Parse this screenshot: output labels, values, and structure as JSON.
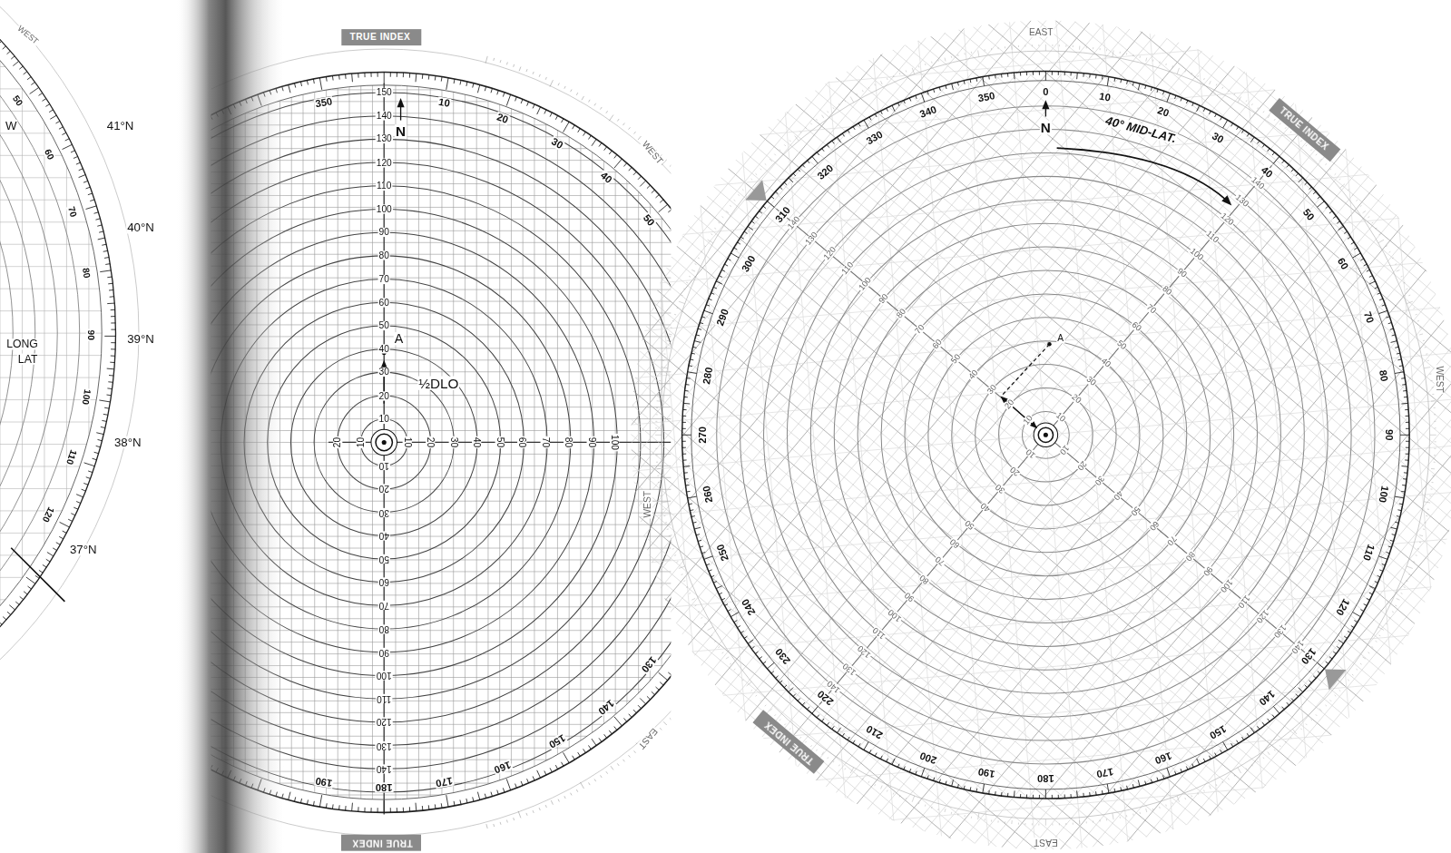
{
  "diagram": {
    "nodes": [
      {
        "text": [
          "TRUE INDEX"
        ]
      },
      {
        "text": [
          "TRUE INDEX"
        ]
      },
      {
        "text": [
          "TRUE INDEX"
        ]
      },
      {
        "text": [
          "TRUE INDEX"
        ]
      }
    ],
    "labels": [
      "WEST",
      "W",
      "41°N",
      "40°N",
      "39°N",
      "38°N",
      "37°N",
      "LONG",
      "LAT",
      "50",
      "60",
      "70",
      "80",
      "90",
      "100",
      "110",
      "120",
      "N",
      "A",
      "½DLO",
      "WEST",
      "EAST",
      "350",
      "10",
      "20",
      "30",
      "40",
      "50",
      "130",
      "140",
      "150",
      "160",
      "170",
      "180",
      "190",
      "10",
      "20",
      "30",
      "40",
      "50",
      "60",
      "70",
      "80",
      "90",
      "100",
      "110",
      "120",
      "130",
      "140",
      "150",
      "10",
      "20",
      "30",
      "40",
      "50",
      "60",
      "70",
      "80",
      "90",
      "100",
      "110",
      "120",
      "130",
      "140",
      "10",
      "20",
      "30",
      "40",
      "50",
      "60",
      "70",
      "80",
      "90",
      "100",
      "10",
      "20",
      "N",
      "A",
      "40° MID-LAT.",
      "EAST",
      "WEST",
      "WEST",
      "EAST",
      "0",
      "10",
      "20",
      "30",
      "40",
      "50",
      "60",
      "70",
      "80",
      "90",
      "100",
      "110",
      "120",
      "130",
      "140",
      "150",
      "160",
      "170",
      "180",
      "190",
      "200",
      "210",
      "220",
      "230",
      "240",
      "250",
      "260",
      "270",
      "280",
      "290",
      "300",
      "310",
      "320",
      "330",
      "340",
      "350",
      "10",
      "20",
      "30",
      "40",
      "50",
      "60",
      "70",
      "80",
      "90",
      "100",
      "110",
      "120",
      "130",
      "140",
      "10",
      "20",
      "30",
      "40",
      "50",
      "60",
      "70",
      "80",
      "90",
      "100",
      "110",
      "120",
      "130",
      "140",
      "10",
      "20",
      "30",
      "40",
      "50",
      "60",
      "70",
      "80",
      "90",
      "100",
      "110",
      "120",
      "130",
      "140",
      "10",
      "20",
      "30",
      "40",
      "50",
      "60",
      "70",
      "80",
      "90",
      "100",
      "110",
      "120",
      "130",
      "140"
    ]
  }
}
